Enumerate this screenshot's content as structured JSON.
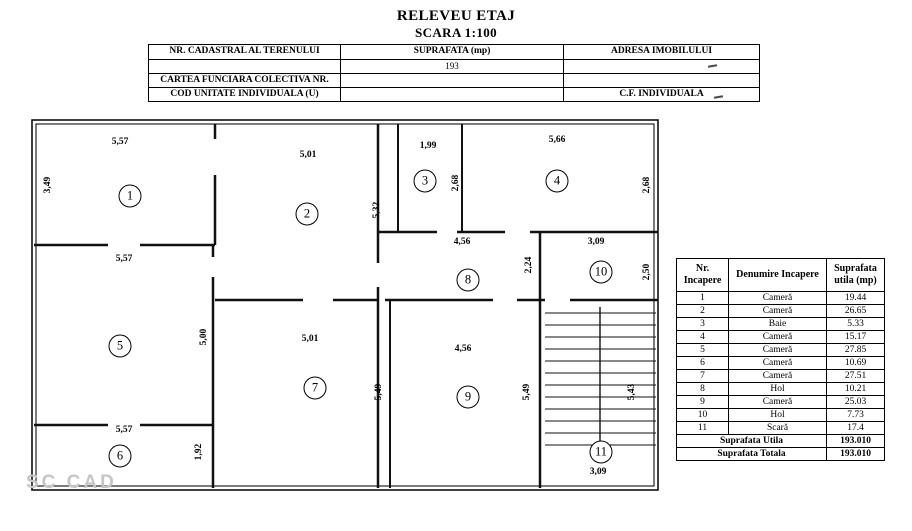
{
  "title": {
    "line1": "RELEVEU ETAJ",
    "line2": "SCARA 1:100"
  },
  "header": {
    "nr_cadastral": "NR. CADASTRAL AL TERENULUI",
    "suprafata": "SUPRAFATA (mp)",
    "suprafata_value": "193",
    "adresa": "ADRESA IMOBILULUI",
    "cartea_funciara": "CARTEA FUNCIARA COLECTIVA NR.",
    "cod_unitate": "COD UNITATE INDIVIDUALA (U)",
    "cf_individuala": "C.F. INDIVIDUALA"
  },
  "plan": {
    "rooms": [
      "1",
      "2",
      "3",
      "4",
      "5",
      "6",
      "7",
      "8",
      "9",
      "10",
      "11"
    ],
    "dims": [
      "5,57",
      "5,01",
      "1,99",
      "5,66",
      "3,49",
      "5,32",
      "2,68",
      "2,68",
      "4,56",
      "3,09",
      "5,57",
      "2,24",
      "2,50",
      "5,00",
      "5,01",
      "4,56",
      "5,49",
      "5,49",
      "5,43",
      "5,57",
      "1,92",
      "3,09"
    ]
  },
  "rooms_table": {
    "headers": {
      "nr": "Nr.\nIncapere",
      "name": "Denumire Incapere",
      "area": "Suprafata\nutila (mp)"
    },
    "rows": [
      {
        "nr": "1",
        "name": "Cameră",
        "area": "19.44"
      },
      {
        "nr": "2",
        "name": "Cameră",
        "area": "26.65"
      },
      {
        "nr": "3",
        "name": "Baie",
        "area": "5.33"
      },
      {
        "nr": "4",
        "name": "Cameră",
        "area": "15.17"
      },
      {
        "nr": "5",
        "name": "Cameră",
        "area": "27.85"
      },
      {
        "nr": "6",
        "name": "Cameră",
        "area": "10.69"
      },
      {
        "nr": "7",
        "name": "Cameră",
        "area": "27.51"
      },
      {
        "nr": "8",
        "name": "Hol",
        "area": "10.21"
      },
      {
        "nr": "9",
        "name": "Cameră",
        "area": "25.03"
      },
      {
        "nr": "10",
        "name": "Hol",
        "area": "7.73"
      },
      {
        "nr": "11",
        "name": "Scară",
        "area": "17.4"
      }
    ],
    "total_utila_label": "Suprafata Utila",
    "total_utila_value": "193.010",
    "total_totala_label": "Suprafata Totala",
    "total_totala_value": "193.010"
  },
  "watermark": "SC CAD"
}
